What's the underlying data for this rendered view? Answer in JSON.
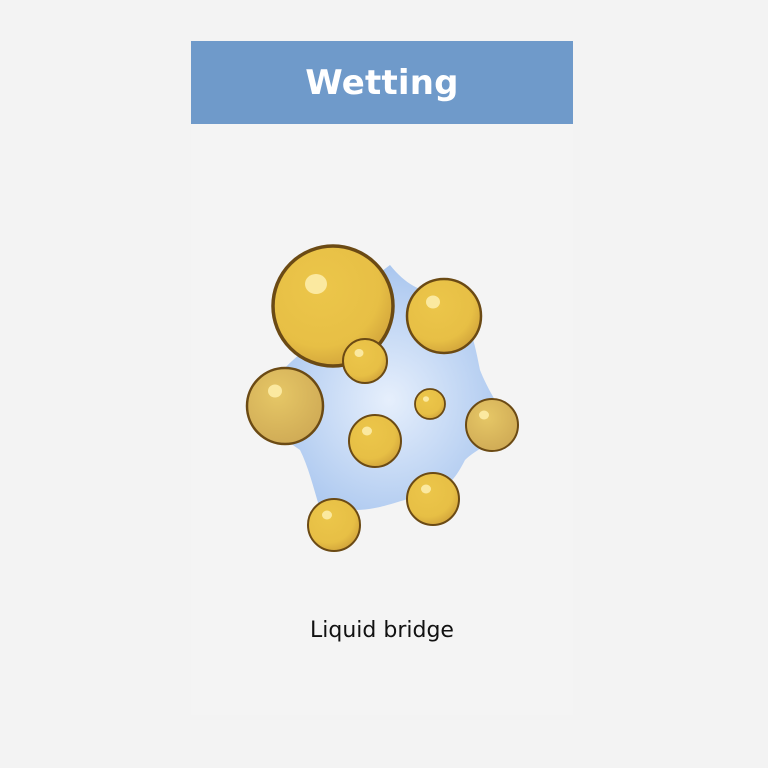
{
  "header": {
    "title": "Wetting",
    "background": "#6f9aca",
    "text_color": "#ffffff"
  },
  "illustration": {
    "subject": "liquid-bridge-between-particles",
    "liquid_color_center": "#e4eefb",
    "liquid_color_edge": "#a8c6ee",
    "particle_fill": "#e8c047",
    "particle_shade": "#d4a83a",
    "particle_outline": "#6b4a14",
    "particle_highlight": "#fbe9a0",
    "particle_count": 9
  },
  "caption": {
    "text": "Liquid bridge"
  }
}
